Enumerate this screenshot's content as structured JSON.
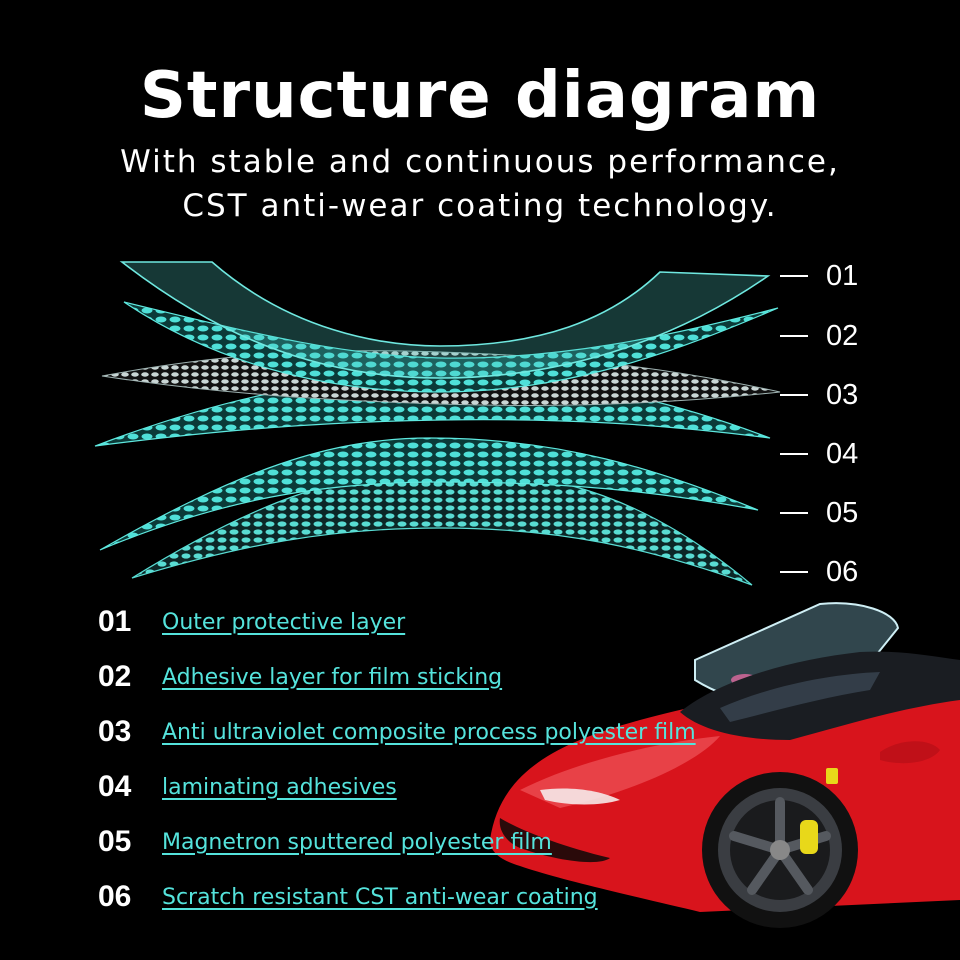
{
  "header": {
    "title": "Structure diagram",
    "subtitle_line1": "With stable and continuous performance,",
    "subtitle_line2": "CST anti-wear coating  technology."
  },
  "colors": {
    "accent": "#55e3dc",
    "background": "#000000",
    "car_red": "#d8141c"
  },
  "layers": [
    {
      "num": "01",
      "label": "Outer protective layer"
    },
    {
      "num": "02",
      "label": "Adhesive layer for film sticking"
    },
    {
      "num": "03",
      "label": "Anti ultraviolet composite process polyester film"
    },
    {
      "num": "04",
      "label": "laminating adhesives"
    },
    {
      "num": "05",
      "label": "Magnetron sputtered polyester film"
    },
    {
      "num": "06",
      "label": "Scratch resistant CST anti-wear coating"
    }
  ]
}
